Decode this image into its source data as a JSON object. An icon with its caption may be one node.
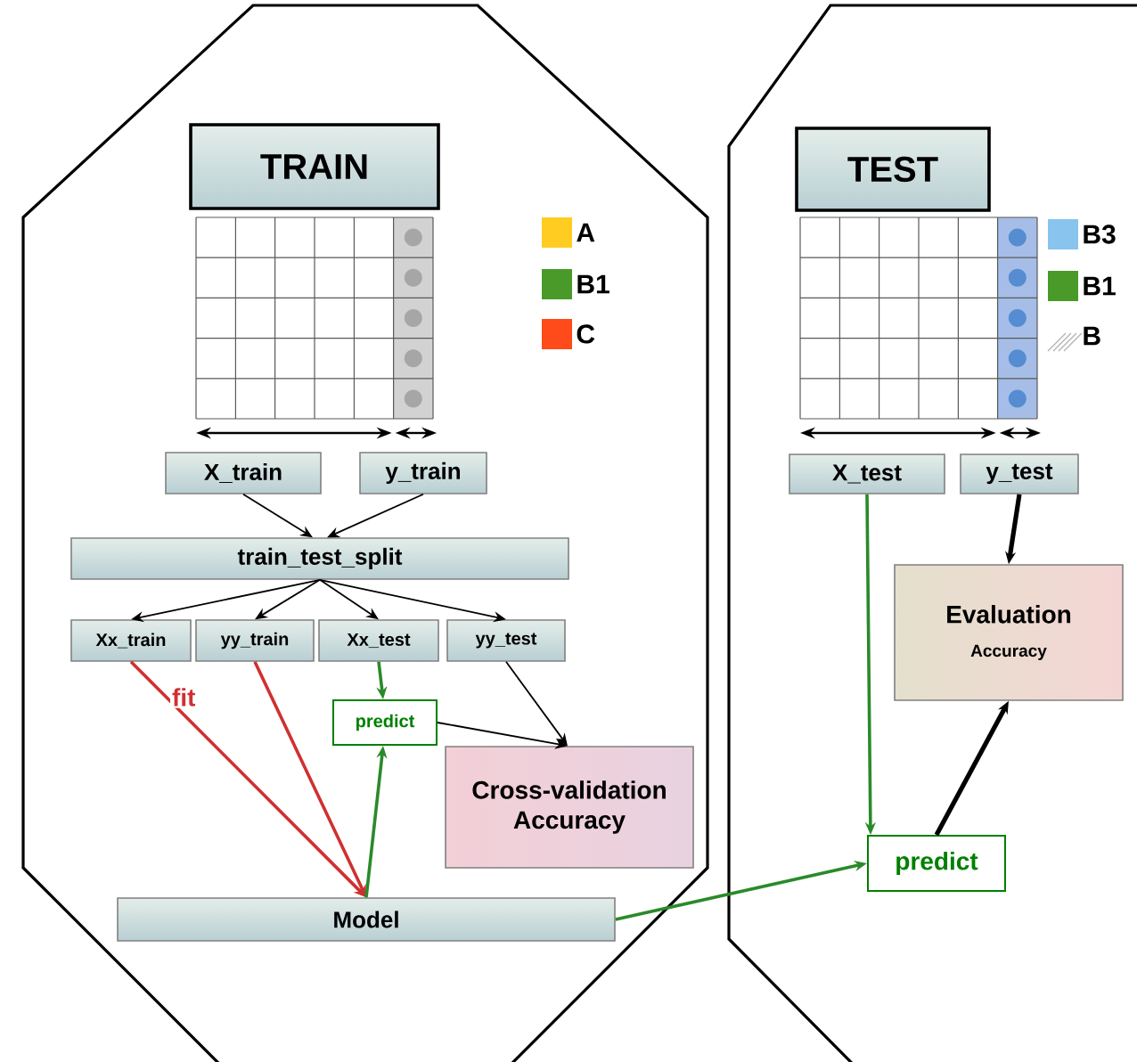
{
  "diagram": {
    "nodes": [
      {
        "text": [],
        "shape": "octagon"
      },
      {
        "text": [
          "TRAIN"
        ],
        "in": 0
      },
      {
        "text": [
          "X_train"
        ],
        "in": 0
      },
      {
        "text": [
          "y_train"
        ],
        "in": 0
      },
      {
        "text": [
          "train_test_split"
        ],
        "in": 0
      },
      {
        "text": [
          "Xx_train"
        ],
        "in": 0
      },
      {
        "text": [
          "yy_train"
        ],
        "in": 0
      },
      {
        "text": [
          "Xx_test"
        ],
        "in": 0
      },
      {
        "text": [
          "yy_test"
        ],
        "in": 0
      },
      {
        "text": [
          "predict"
        ],
        "in": 0
      },
      {
        "text": [
          "Cross-validation Accuracy"
        ],
        "in": 0
      },
      {
        "text": [
          "Model"
        ],
        "in": 0
      },
      {
        "text": [],
        "shape": "octagon"
      },
      {
        "text": [
          "TEST"
        ],
        "in": 12
      },
      {
        "text": [
          "X_test"
        ],
        "in": 12
      },
      {
        "text": [
          "y_test"
        ],
        "in": 12
      },
      {
        "text": [
          "Evaluation",
          "Accuracy"
        ],
        "in": 12
      },
      {
        "text": [
          "predict"
        ],
        "in": 12
      }
    ],
    "edges": [
      {
        "from": 2,
        "to": 4,
        "arrow": "to"
      },
      {
        "from": 3,
        "to": 4,
        "arrow": "to"
      },
      {
        "from": 4,
        "to": 5,
        "arrow": "to"
      },
      {
        "from": 4,
        "to": 6,
        "arrow": "to"
      },
      {
        "from": 4,
        "to": 7,
        "arrow": "to"
      },
      {
        "from": 4,
        "to": 8,
        "arrow": "to"
      },
      {
        "from": 5,
        "to": 11,
        "arrow": "to",
        "label": "fit",
        "color": "#d03030"
      },
      {
        "from": 6,
        "to": 11,
        "arrow": "to",
        "color": "#d03030"
      },
      {
        "from": 7,
        "to": 9,
        "arrow": "to",
        "color": "#2a8a2a"
      },
      {
        "from": 11,
        "to": 9,
        "arrow": "to",
        "color": "#2a8a2a"
      },
      {
        "from": 9,
        "to": 10,
        "arrow": "to"
      },
      {
        "from": 8,
        "to": 10,
        "arrow": "to"
      },
      {
        "from": 11,
        "to": 17,
        "arrow": "to",
        "color": "#2a8a2a"
      },
      {
        "from": 14,
        "to": 17,
        "arrow": "to",
        "color": "#2a8a2a"
      },
      {
        "from": 15,
        "to": 16,
        "arrow": "to",
        "style": "thick"
      },
      {
        "from": 17,
        "to": 16,
        "arrow": "to",
        "style": "thick"
      }
    ],
    "legend": [
      {
        "text": "A",
        "color": "#ffcc22"
      },
      {
        "text": "B1",
        "color": "#4a9a2a"
      },
      {
        "text": "C",
        "color": "#ff4a1a"
      },
      {
        "text": "B3",
        "color": "#88c4ee"
      },
      {
        "text": "B1",
        "color": "#4a9a2a"
      },
      {
        "text": "B"
      }
    ]
  }
}
